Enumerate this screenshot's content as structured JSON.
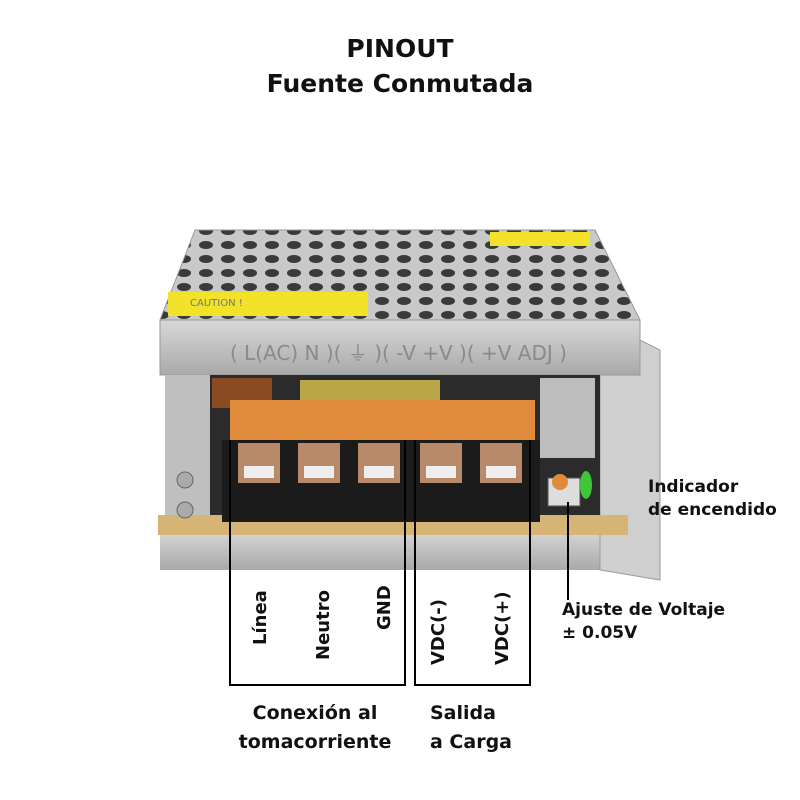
{
  "header": {
    "title": "PINOUT",
    "subtitle": "Fuente Conmutada"
  },
  "device": {
    "caution_label": "CAUTION !",
    "front_markings": "( L(AC) N )( ⏚ )( -V  +V )( +V ADJ )"
  },
  "terminals": [
    {
      "label": "Línea"
    },
    {
      "label": "Neutro"
    },
    {
      "label": "GND"
    },
    {
      "label": "VDC(-)"
    },
    {
      "label": "VDC(+)"
    }
  ],
  "groups": {
    "input": {
      "line1": "Conexión al",
      "line2": "tomacorriente"
    },
    "output": {
      "line1": "Salida",
      "line2": "a Carga"
    }
  },
  "callouts": {
    "indicator": {
      "line1": "Indicador",
      "line2": "de encendido"
    },
    "adjust": {
      "line1": "Ajuste de Voltaje",
      "line2": "± 0.05V"
    }
  },
  "colors": {
    "orange": "#e08a3c",
    "led": "#3fc43a",
    "caution": "#f2e22a"
  }
}
